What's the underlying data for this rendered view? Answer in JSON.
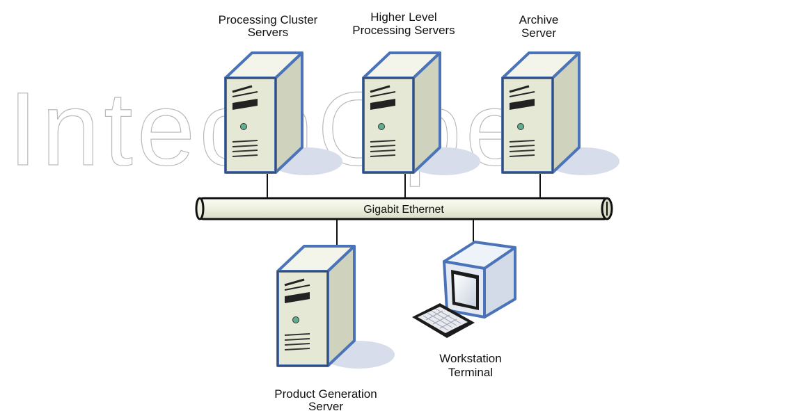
{
  "watermark": {
    "text": "IntechOpen"
  },
  "colors": {
    "device_outline": "#4a73b8",
    "server_face": "#e6e8d6",
    "server_side": "#cfd2bd",
    "shadow": "#d8ddec",
    "bus_fill": "#f2f3e6",
    "line": "#111111"
  },
  "network": {
    "label": "Gigabit Ethernet"
  },
  "nodes": {
    "processing_cluster": {
      "label_lines": [
        "Processing Cluster",
        "Servers"
      ],
      "icon": "server-tower-icon"
    },
    "higher_level": {
      "label_lines": [
        "Higher Level",
        "Processing Servers"
      ],
      "icon": "server-tower-icon"
    },
    "archive": {
      "label_lines": [
        "Archive",
        "Server"
      ],
      "icon": "server-tower-icon"
    },
    "product_generation": {
      "label_lines": [
        "Product Generation",
        "Server"
      ],
      "icon": "server-tower-icon"
    },
    "workstation": {
      "label_lines": [
        "Workstation",
        "Terminal"
      ],
      "icon": "crt-monitor-icon"
    }
  }
}
